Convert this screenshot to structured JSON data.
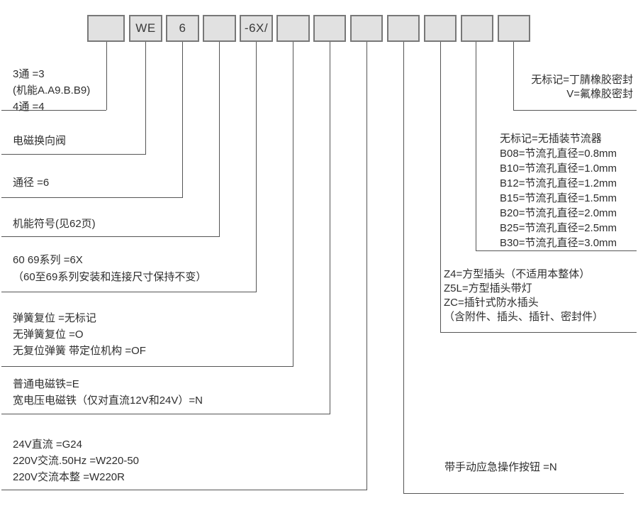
{
  "code_boxes": [
    {
      "label": ""
    },
    {
      "label": "WE"
    },
    {
      "label": "6"
    },
    {
      "label": ""
    },
    {
      "label": "-6X/"
    },
    {
      "label": ""
    },
    {
      "label": ""
    },
    {
      "label": ""
    },
    {
      "label": ""
    },
    {
      "label": ""
    },
    {
      "label": ""
    },
    {
      "label": ""
    }
  ],
  "left_blocks": [
    {
      "lines": [
        "3通  =3",
        "(机能A.A9.B.B9)",
        "4通  =4"
      ]
    },
    {
      "lines": [
        "电磁换向阀"
      ]
    },
    {
      "lines": [
        "通径 =6"
      ]
    },
    {
      "lines": [
        "机能符号(见62页)"
      ]
    },
    {
      "lines": [
        "60 69系列  =6X",
        "（60至69系列安装和连接尺寸保持不变）"
      ]
    },
    {
      "lines": [
        "弹簧复位   =无标记",
        "无弹簧复位 =O",
        "无复位弹簧 带定位机构  =OF"
      ]
    },
    {
      "lines": [
        "普通电磁铁=E",
        "宽电压电磁铁（仅对直流12V和24V）=N"
      ]
    },
    {
      "lines": [
        "24V直流    =G24",
        "220V交流.50Hz  =W220-50",
        "220V交流本整   =W220R"
      ]
    }
  ],
  "right_blocks": [
    {
      "lines": [
        "无标记=丁腈橡胶密封",
        "V=氟橡胶密封"
      ]
    },
    {
      "lines": [
        "无标记=无插装节流器",
        "B08=节流孔直径=0.8mm",
        "B10=节流孔直径=1.0mm",
        "B12=节流孔直径=1.2mm",
        "B15=节流孔直径=1.5mm",
        "B20=节流孔直径=2.0mm",
        "B25=节流孔直径=2.5mm",
        "B30=节流孔直径=3.0mm"
      ]
    },
    {
      "lines": [
        "Z4=方型插头（不适用本整体）",
        "Z5L=方型插头带灯",
        "ZC=插针式防水插头",
        "（含附件、插头、插针、密封件）"
      ]
    },
    {
      "lines": [
        "带手动应急操作按钮  =N"
      ]
    }
  ],
  "colors": {
    "box_fill": "#e1e1e1",
    "box_border": "#787878",
    "line_color": "#555555",
    "text_color": "#2e2e2e"
  }
}
